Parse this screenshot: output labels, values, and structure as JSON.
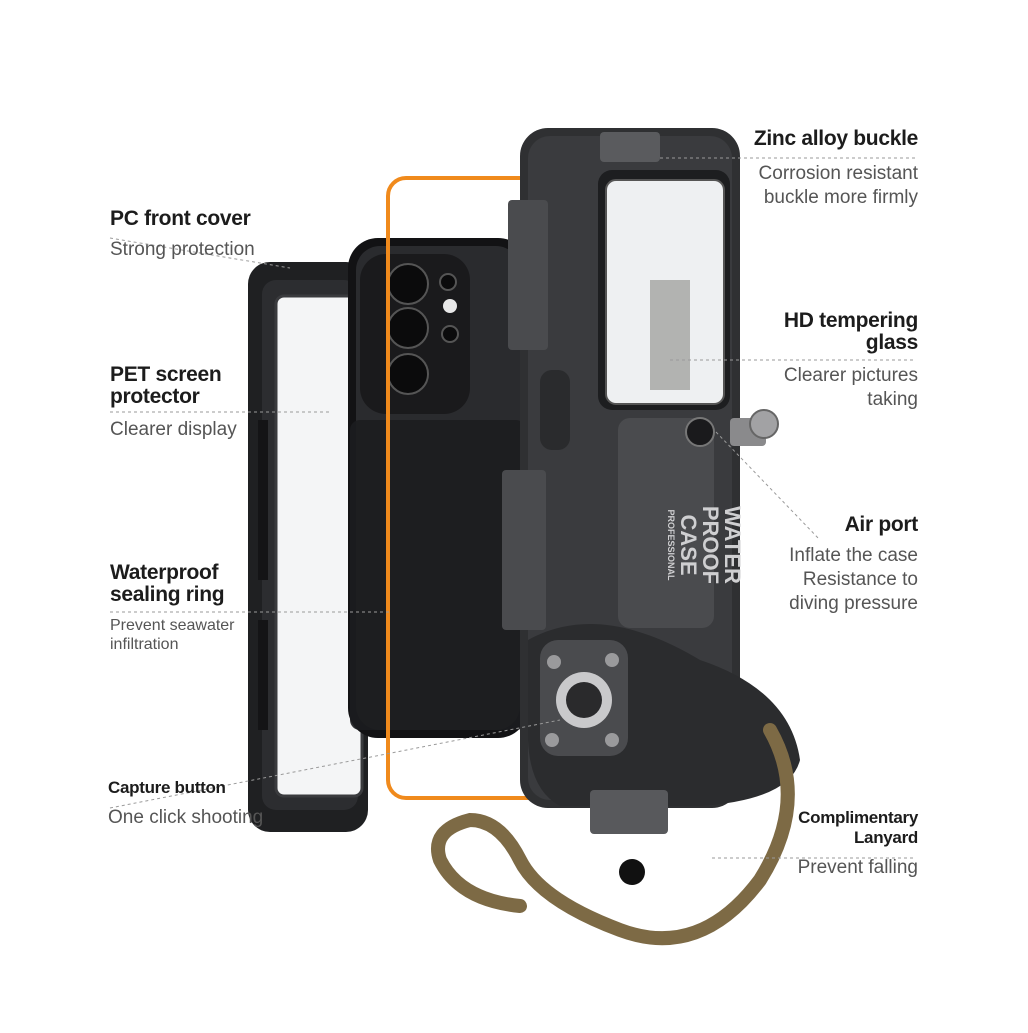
{
  "image": {
    "subject": "waterproof-diving-phone-case-exploded-view",
    "colors": {
      "case_body": "#2f3032",
      "case_dark": "#1d1e20",
      "orange_ring": "#f08a1c",
      "lanyard": "#7d6a45",
      "glass": "#eef0f2"
    }
  },
  "callouts": {
    "pc_front_cover": {
      "title": "PC front cover",
      "desc": "Strong protection"
    },
    "pet_screen": {
      "title": "PET screen\nprotector",
      "desc": "Clearer display"
    },
    "sealing_ring": {
      "title": "Waterproof\nsealing ring",
      "desc": "Prevent seawater\ninfiltration"
    },
    "capture_button": {
      "title": "Capture button",
      "desc": "One click shooting"
    },
    "zinc_buckle": {
      "title": "Zinc alloy buckle",
      "desc": "Corrosion resistant\nbuckle more firmly"
    },
    "hd_glass": {
      "title": "HD tempering\nglass",
      "desc": "Clearer pictures\ntaking"
    },
    "air_port": {
      "title": "Air port",
      "desc": "Inflate the case\nResistance to\ndiving pressure"
    },
    "lanyard": {
      "title": "Complimentary\nLanyard",
      "desc": "Prevent falling"
    }
  },
  "case_print": {
    "line1": "WATER",
    "line2": "PROOF",
    "line3": "CASE",
    "line4": "PROFESSIONAL"
  }
}
